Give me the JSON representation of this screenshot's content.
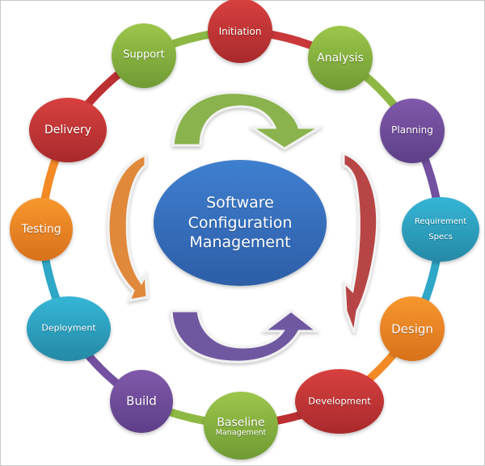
{
  "diagram": {
    "title": "Software Configuration Management",
    "center": {
      "line1": "Software",
      "line2": "Configuration",
      "line3": "Management",
      "color": "#3a74c4"
    },
    "nodes": [
      {
        "id": "initiation",
        "label": "Initiation",
        "sub": "",
        "color": "#c9383a"
      },
      {
        "id": "analysis",
        "label": "Analysis",
        "sub": "",
        "color": "#8db843"
      },
      {
        "id": "planning",
        "label": "Planning",
        "sub": "",
        "color": "#7350a0"
      },
      {
        "id": "requirement-specs",
        "label": "Requirement",
        "sub": "Specs",
        "color": "#2fa7c6"
      },
      {
        "id": "design",
        "label": "Design",
        "sub": "",
        "color": "#f38a26"
      },
      {
        "id": "development",
        "label": "Development",
        "sub": "",
        "color": "#bc3033"
      },
      {
        "id": "baseline-management",
        "label": "Baseline",
        "sub": "Management",
        "color": "#8db843"
      },
      {
        "id": "build",
        "label": "Build",
        "sub": "",
        "color": "#7350a0"
      },
      {
        "id": "deployment",
        "label": "Deployment",
        "sub": "",
        "color": "#2fa7c6"
      },
      {
        "id": "testing",
        "label": "Testing",
        "sub": "",
        "color": "#f38a26"
      },
      {
        "id": "delivery",
        "label": "Delivery",
        "sub": "",
        "color": "#bc3033"
      },
      {
        "id": "support",
        "label": "Support",
        "sub": "",
        "color": "#8db843"
      }
    ],
    "arrows": [
      {
        "id": "top-arrow",
        "color": "#8ab34e",
        "direction": "clockwise"
      },
      {
        "id": "right-arrow",
        "color": "#b84444",
        "direction": "clockwise"
      },
      {
        "id": "bottom-arrow",
        "color": "#7058a0",
        "direction": "clockwise"
      },
      {
        "id": "left-arrow",
        "color": "#e0893a",
        "direction": "clockwise"
      }
    ]
  }
}
